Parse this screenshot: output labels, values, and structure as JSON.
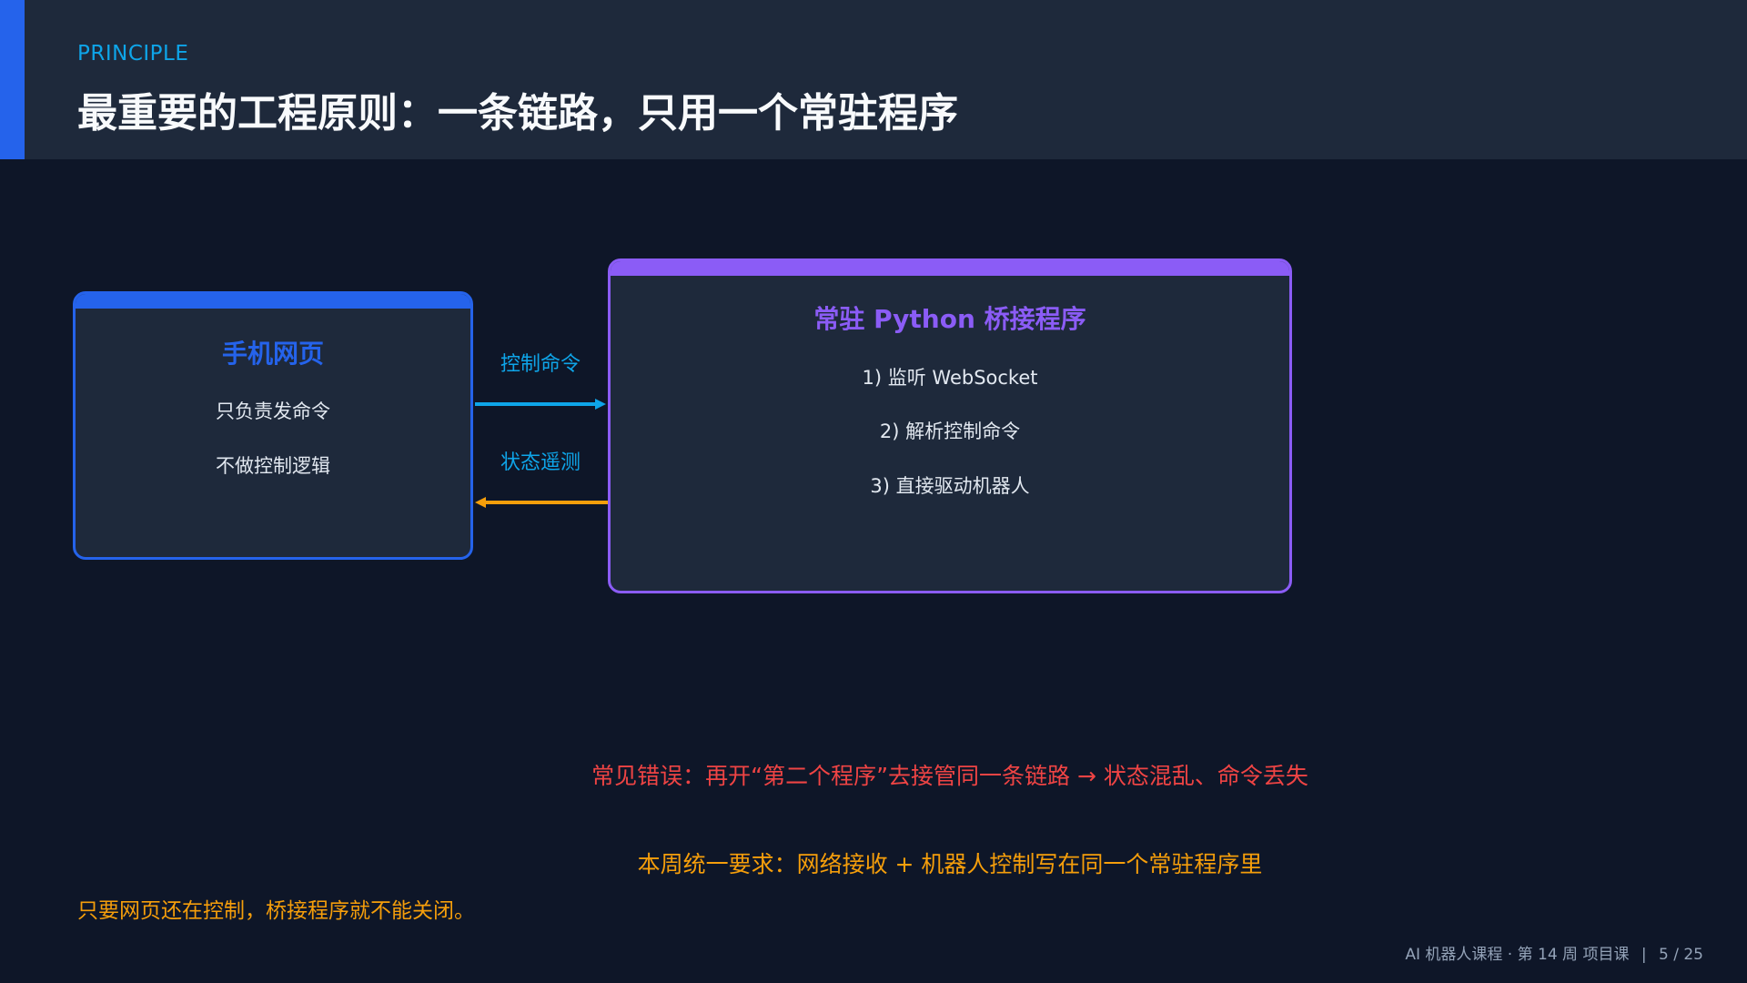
{
  "header": {
    "kicker": "PRINCIPLE",
    "title": "最重要的工程原则：一条链路，只用一个常驻程序"
  },
  "diagram": {
    "phone_box": {
      "title": "手机网页",
      "lines": [
        "只负责发命令",
        "不做控制逻辑"
      ]
    },
    "bridge_box": {
      "title": "常驻 Python 桥接程序",
      "lines": [
        "1) 监听 WebSocket",
        "2) 解析控制命令",
        "3) 直接驱动机器人"
      ]
    },
    "arrows": {
      "command_label": "控制命令",
      "status_label": "状态遥测"
    },
    "colors": {
      "phone": "#2563eb",
      "bridge": "#8b5cf6",
      "command_arrow": "#0ea5e9",
      "status_arrow": "#f59e0b"
    }
  },
  "notes": {
    "common_error": "常见错误：再开“第二个程序”去接管同一条链路 → 状态混乱、命令丢失",
    "requirement": "本周统一要求：网络接收 + 机器人控制写在同一个常驻程序里",
    "keep_open": "只要网页还在控制，桥接程序就不能关闭。"
  },
  "footer": {
    "course": "AI 机器人课程 · 第 14 周 项目课",
    "separator": "|",
    "page": "5 / 25"
  }
}
